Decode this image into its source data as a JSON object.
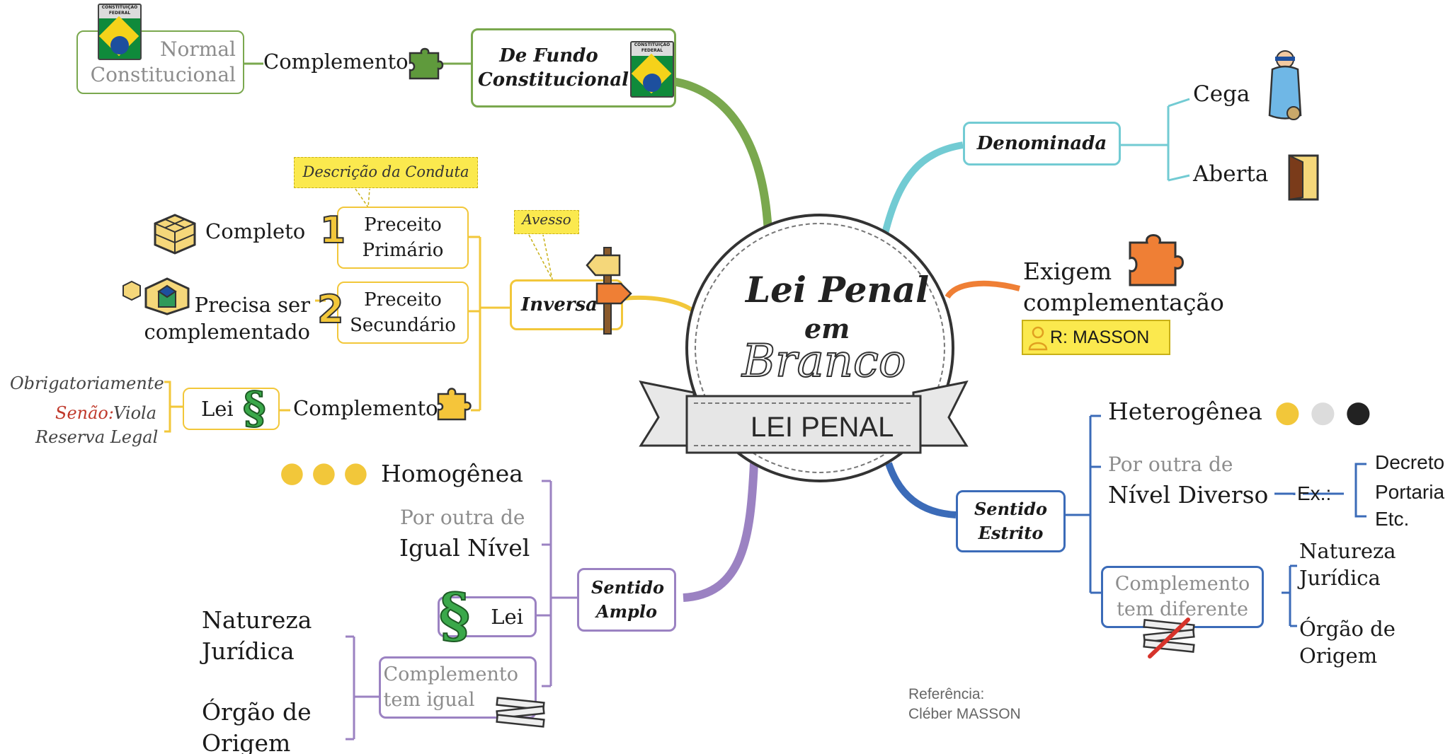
{
  "center": {
    "title_line1": "Lei Penal",
    "title_line2": "em",
    "title_line3": "Branco",
    "ribbon": "LEI PENAL"
  },
  "fundo": {
    "label": "De Fundo Constitucional",
    "complemento": "Complemento",
    "norma": "Normal Constitucional",
    "badge_text": "CONSTITUIÇÃO FEDERAL"
  },
  "denominada": {
    "label": "Denominada",
    "items": [
      "Cega",
      "Aberta"
    ]
  },
  "exigem": {
    "label": "Exigem complementação",
    "source": "R: MASSON"
  },
  "inversa": {
    "label": "Inversa",
    "note": "Avesso",
    "descricao": "Descrição da Conduta",
    "preceito1": "Preceito Primário",
    "preceito2": "Preceito Secundário",
    "num1": "1",
    "num2": "2",
    "completo": "Completo",
    "precisa": "Precisa ser complementado",
    "lei": "Lei",
    "complemento": "Complemento",
    "obrigatoriamente": "Obrigatoriamente",
    "senao": "Senão:",
    "viola": "Viola",
    "reserva": "Reserva Legal"
  },
  "sentido_amplo": {
    "label": "Sentido Amplo",
    "homogenea": "Homogênea",
    "por_outra": "Por outra de",
    "igual_nivel": "Igual Nível",
    "lei": "Lei",
    "complemento": "Complemento tem igual",
    "natureza": "Natureza Jurídica",
    "orgao": "Órgão de Origem"
  },
  "sentido_estrito": {
    "label": "Sentido Estrito",
    "heterogenea": "Heterogênea",
    "por_outra": "Por outra de",
    "nivel_diverso": "Nível Diverso",
    "ex": "Ex.:",
    "exemplos": [
      "Decreto",
      "Portaria",
      "Etc."
    ],
    "complemento": "Complemento tem diferente",
    "natureza": "Natureza Jurídica",
    "orgao": "Órgão de Origem"
  },
  "referencia": {
    "line1": "Referência:",
    "line2": "Cléber MASSON"
  },
  "colors": {
    "green": "#7aa84e",
    "cyan": "#72cbd3",
    "orange": "#ef7f35",
    "yellow": "#f2c73a",
    "purple": "#9b82c2",
    "blue": "#3b6bb8",
    "highlight": "#fbe94e"
  },
  "icons": [
    "puzzle-icon",
    "constitution-badge-icon",
    "blindfold-justice-icon",
    "door-icon",
    "signpost-icon",
    "cube-icon",
    "cube-partial-icon",
    "section-sign-icon",
    "duck-icon",
    "chicken-icon",
    "penguin-icon",
    "person-icon",
    "crossed-bandage-icon"
  ]
}
